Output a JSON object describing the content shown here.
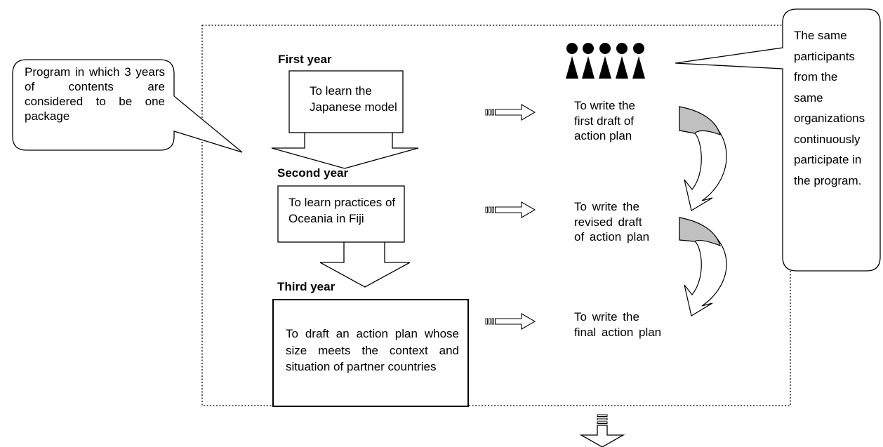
{
  "callout_left": {
    "text": "Program in which 3 years of contents are considered to be one package"
  },
  "callout_right": {
    "lines": [
      "The same",
      "participants",
      "from the",
      "same",
      "organizations",
      "continuously",
      "participate in",
      "the program."
    ]
  },
  "years": [
    {
      "label": "First year",
      "box_text": "To learn the Japanese model",
      "action_text": "To write the\nfirst draft of\naction plan"
    },
    {
      "label": "Second year",
      "box_text": "To learn practices of Oceania in Fiji",
      "action_text": "To write the\nrevised draft\nof action plan"
    },
    {
      "label": "Third year",
      "box_text": "To draft an action plan whose size meets the context and situation of partner countries",
      "action_text": "To write the\nfinal action plan"
    }
  ],
  "participants_icon": "people-group-icon",
  "colors": {
    "curved_arrow_fill": "#c0c0c0",
    "line": "#000000"
  }
}
